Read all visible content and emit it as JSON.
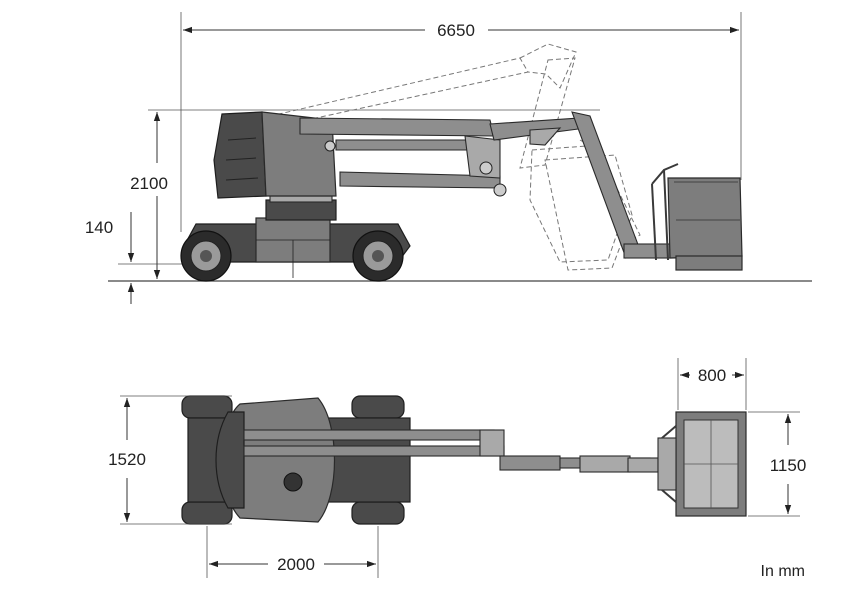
{
  "dimensions": {
    "overall_length": "6650",
    "stowed_height": "2100",
    "ground_clearance": "140",
    "platform_width": "800",
    "overall_width": "1520",
    "platform_length": "1150",
    "wheelbase": "2000"
  },
  "units_note": "In mm"
}
